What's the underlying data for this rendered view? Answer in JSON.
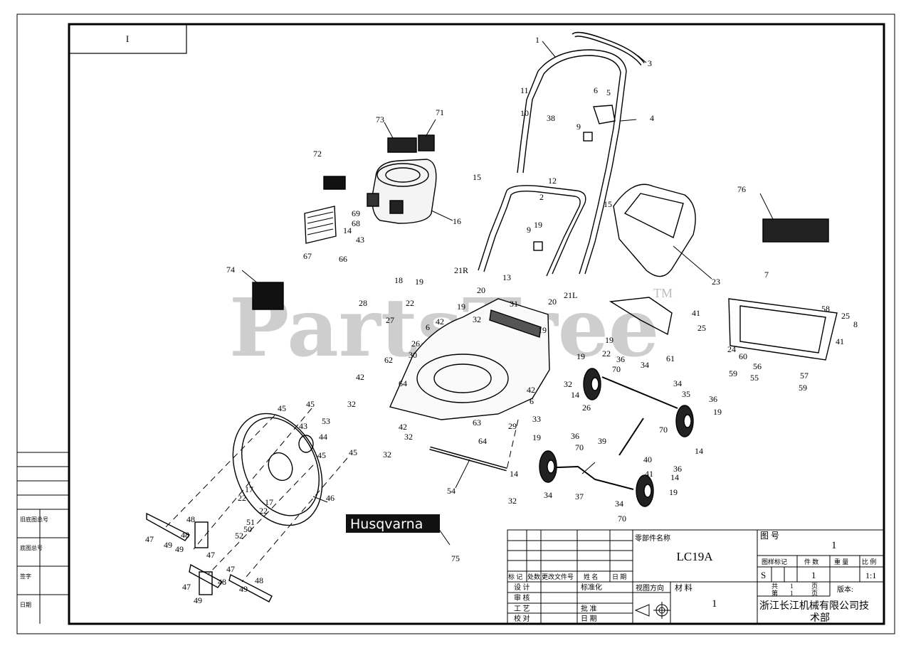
{
  "corner_box": "I",
  "side_strip": [
    "旧底图总号",
    "底图总号",
    "签字",
    "日期"
  ],
  "watermark": {
    "text": "PartsTree",
    "tm": "TM"
  },
  "logo_text": "Husqvarna",
  "labels": [
    {
      "id": "1",
      "t": "1"
    },
    {
      "id": "3",
      "t": "3"
    },
    {
      "id": "11",
      "t": "11"
    },
    {
      "id": "10",
      "t": "10"
    },
    {
      "id": "38",
      "t": "38"
    },
    {
      "id": "6a",
      "t": "6"
    },
    {
      "id": "5",
      "t": "5"
    },
    {
      "id": "4",
      "t": "4"
    },
    {
      "id": "9a",
      "t": "9"
    },
    {
      "id": "73",
      "t": "73"
    },
    {
      "id": "71",
      "t": "71"
    },
    {
      "id": "72",
      "t": "72"
    },
    {
      "id": "69",
      "t": "69"
    },
    {
      "id": "68",
      "t": "68"
    },
    {
      "id": "14a",
      "t": "14"
    },
    {
      "id": "43a",
      "t": "43"
    },
    {
      "id": "66",
      "t": "66"
    },
    {
      "id": "67",
      "t": "67"
    },
    {
      "id": "16",
      "t": "16"
    },
    {
      "id": "15a",
      "t": "15"
    },
    {
      "id": "12",
      "t": "12"
    },
    {
      "id": "2",
      "t": "2"
    },
    {
      "id": "15b",
      "t": "15"
    },
    {
      "id": "19a",
      "t": "19"
    },
    {
      "id": "9b",
      "t": "9"
    },
    {
      "id": "23",
      "t": "23"
    },
    {
      "id": "76",
      "t": "76"
    },
    {
      "id": "18",
      "t": "18"
    },
    {
      "id": "74",
      "t": "74"
    },
    {
      "id": "21R",
      "t": "21R"
    },
    {
      "id": "19b",
      "t": "19"
    },
    {
      "id": "20a",
      "t": "20"
    },
    {
      "id": "13",
      "t": "13"
    },
    {
      "id": "22a",
      "t": "22"
    },
    {
      "id": "19c",
      "t": "19"
    },
    {
      "id": "28",
      "t": "28"
    },
    {
      "id": "27",
      "t": "27"
    },
    {
      "id": "6b",
      "t": "6"
    },
    {
      "id": "42a",
      "t": "42"
    },
    {
      "id": "32a",
      "t": "32"
    },
    {
      "id": "31",
      "t": "31"
    },
    {
      "id": "26a",
      "t": "26"
    },
    {
      "id": "30",
      "t": "30"
    },
    {
      "id": "21L",
      "t": "21L"
    },
    {
      "id": "20b",
      "t": "20"
    },
    {
      "id": "19d",
      "t": "19"
    },
    {
      "id": "19e",
      "t": "19"
    },
    {
      "id": "22b",
      "t": "22"
    },
    {
      "id": "19f",
      "t": "19"
    },
    {
      "id": "7",
      "t": "7"
    },
    {
      "id": "41a",
      "t": "41"
    },
    {
      "id": "58",
      "t": "58"
    },
    {
      "id": "25a",
      "t": "25"
    },
    {
      "id": "25b",
      "t": "25"
    },
    {
      "id": "8",
      "t": "8"
    },
    {
      "id": "24",
      "t": "24"
    },
    {
      "id": "60",
      "t": "60"
    },
    {
      "id": "41b",
      "t": "41"
    },
    {
      "id": "61",
      "t": "61"
    },
    {
      "id": "62",
      "t": "62"
    },
    {
      "id": "64a",
      "t": "64"
    },
    {
      "id": "42b",
      "t": "42"
    },
    {
      "id": "36a",
      "t": "36"
    },
    {
      "id": "70a",
      "t": "70"
    },
    {
      "id": "34a",
      "t": "34"
    },
    {
      "id": "14b",
      "t": "14"
    },
    {
      "id": "42c",
      "t": "42"
    },
    {
      "id": "32b",
      "t": "32"
    },
    {
      "id": "6c",
      "t": "6"
    },
    {
      "id": "26b",
      "t": "26"
    },
    {
      "id": "33",
      "t": "33"
    },
    {
      "id": "34b",
      "t": "34"
    },
    {
      "id": "35",
      "t": "35"
    },
    {
      "id": "36b",
      "t": "36"
    },
    {
      "id": "19g",
      "t": "19"
    },
    {
      "id": "70b",
      "t": "70"
    },
    {
      "id": "14c",
      "t": "14"
    },
    {
      "id": "56",
      "t": "56"
    },
    {
      "id": "59a",
      "t": "59"
    },
    {
      "id": "55",
      "t": "55"
    },
    {
      "id": "57",
      "t": "57"
    },
    {
      "id": "59b",
      "t": "59"
    },
    {
      "id": "32c",
      "t": "32"
    },
    {
      "id": "29",
      "t": "29"
    },
    {
      "id": "42d",
      "t": "42"
    },
    {
      "id": "32d",
      "t": "32"
    },
    {
      "id": "63",
      "t": "63"
    },
    {
      "id": "64b",
      "t": "64"
    },
    {
      "id": "39",
      "t": "39"
    },
    {
      "id": "40",
      "t": "40"
    },
    {
      "id": "32e",
      "t": "32"
    },
    {
      "id": "54",
      "t": "54"
    },
    {
      "id": "19h",
      "t": "19"
    },
    {
      "id": "36c",
      "t": "36"
    },
    {
      "id": "70c",
      "t": "70"
    },
    {
      "id": "14d",
      "t": "14"
    },
    {
      "id": "41c",
      "t": "41"
    },
    {
      "id": "36d",
      "t": "36"
    },
    {
      "id": "14e",
      "t": "14"
    },
    {
      "id": "19i",
      "t": "19"
    },
    {
      "id": "34c",
      "t": "34"
    },
    {
      "id": "37",
      "t": "37"
    },
    {
      "id": "34d",
      "t": "34"
    },
    {
      "id": "70d",
      "t": "70"
    },
    {
      "id": "32f",
      "t": "32"
    },
    {
      "id": "45a",
      "t": "45"
    },
    {
      "id": "45b",
      "t": "45"
    },
    {
      "id": "53",
      "t": "53"
    },
    {
      "id": "43b",
      "t": "43"
    },
    {
      "id": "44",
      "t": "44"
    },
    {
      "id": "45c",
      "t": "45"
    },
    {
      "id": "45d",
      "t": "45"
    },
    {
      "id": "46",
      "t": "46"
    },
    {
      "id": "17a",
      "t": "17"
    },
    {
      "id": "22c",
      "t": "22"
    },
    {
      "id": "17b",
      "t": "17"
    },
    {
      "id": "22d",
      "t": "22"
    },
    {
      "id": "48a",
      "t": "48"
    },
    {
      "id": "51",
      "t": "51"
    },
    {
      "id": "50",
      "t": "50"
    },
    {
      "id": "52",
      "t": "52"
    },
    {
      "id": "47a",
      "t": "47"
    },
    {
      "id": "48b",
      "t": "48"
    },
    {
      "id": "49a",
      "t": "49"
    },
    {
      "id": "49b",
      "t": "49"
    },
    {
      "id": "47b",
      "t": "47"
    },
    {
      "id": "47c",
      "t": "47"
    },
    {
      "id": "48c",
      "t": "48"
    },
    {
      "id": "48d",
      "t": "48"
    },
    {
      "id": "47d",
      "t": "47"
    },
    {
      "id": "49c",
      "t": "49"
    },
    {
      "id": "49d",
      "t": "49"
    },
    {
      "id": "75",
      "t": "75"
    }
  ],
  "title_block": {
    "part_name_label": "零部件名称",
    "part_name": "LC19A",
    "drawing_no_label": "图 号",
    "drawing_no": "1",
    "hdr_mark": "图样标记",
    "hdr_qty": "件 数",
    "hdr_weight": "重 量",
    "hdr_scale": "比 例",
    "mark": "S",
    "qty": "1",
    "scale": "1:1",
    "rev_headers": [
      "标 记",
      "处数",
      "更改文件号",
      "姓 名",
      "日 期"
    ],
    "design": "设 计",
    "standard": "标准化",
    "review": "审 核",
    "process": "工 艺",
    "approve": "批 准",
    "check": "校 对",
    "date": "日 期",
    "view_dir": "视图方向",
    "material_label": "材 料",
    "material": "1",
    "total_label": "共",
    "total": "1",
    "page_label": "页",
    "sheet_label": "第",
    "sheet": "1",
    "sheet_page_label": "页",
    "version_label": "版本:",
    "company_l1": "浙江长江机械有限公司技",
    "company_l2": "术部"
  }
}
